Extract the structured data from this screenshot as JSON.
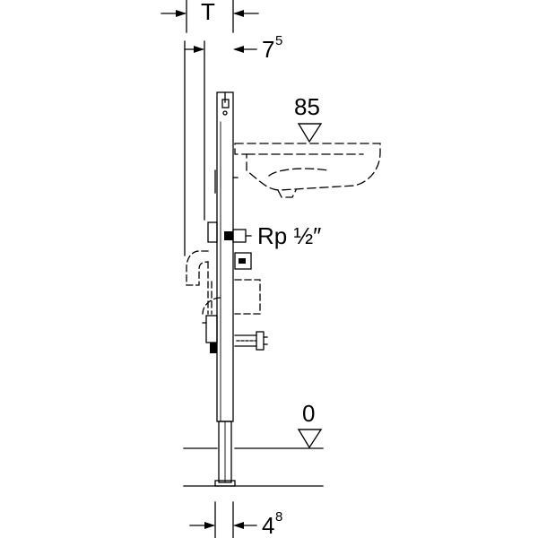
{
  "dimensions": {
    "depth_label": "T",
    "offset_top": {
      "base": "7",
      "sup": "5"
    },
    "offset_bottom": {
      "base": "4",
      "sup": "8"
    }
  },
  "levels": {
    "basin_height": "85",
    "floor_level": "0"
  },
  "connection": {
    "thread_label": "Rp ½″"
  }
}
